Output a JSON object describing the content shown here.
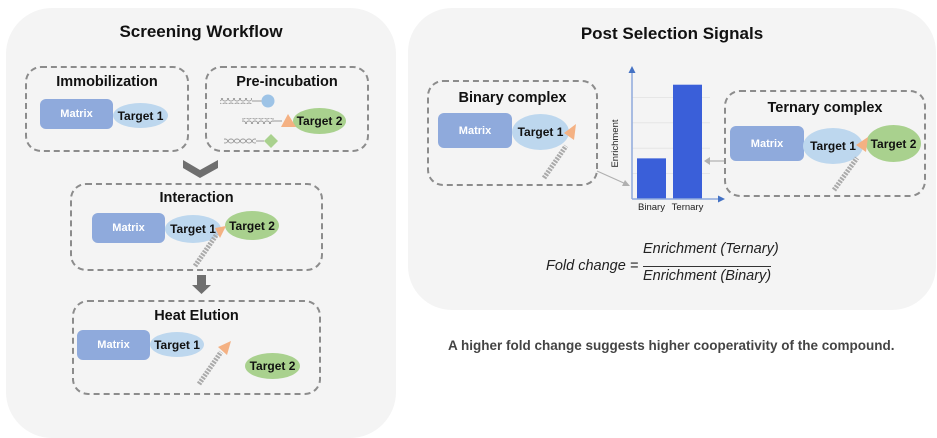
{
  "left_panel": {
    "title": "Screening Workflow",
    "steps": {
      "immobilization": {
        "title": "Immobilization",
        "matrix": "Matrix",
        "target1": "Target 1"
      },
      "preincubation": {
        "title": "Pre-incubation",
        "target2": "Target 2",
        "ligand_shapes": [
          "circle",
          "triangle",
          "diamond"
        ]
      },
      "interaction": {
        "title": "Interaction",
        "matrix": "Matrix",
        "target1": "Target 1",
        "target2": "Target 2"
      },
      "heat_elution": {
        "title": "Heat Elution",
        "matrix": "Matrix",
        "target1": "Target 1",
        "target2": "Target 2"
      }
    },
    "arrows": [
      "chevron-down-icon",
      "arrow-down-icon"
    ]
  },
  "right_panel": {
    "title": "Post Selection Signals",
    "binary": {
      "title": "Binary complex",
      "matrix": "Matrix",
      "target1": "Target 1"
    },
    "ternary": {
      "title": "Ternary complex",
      "matrix": "Matrix",
      "target1": "Target 1",
      "target2": "Target 2"
    },
    "formula": {
      "lhs": "Fold change =",
      "numerator": "Enrichment (Ternary)",
      "denominator": "Enrichment (Binary)"
    }
  },
  "conclusion": "A higher fold change suggests higher cooperativity of the compound.",
  "colors": {
    "matrix": "#8faadc",
    "target1": "#bdd7ee",
    "target2": "#a9d18e",
    "bar": "#3a5fd9",
    "ligand_circle": "#9dc3e6",
    "ligand_triangle": "#f4b183",
    "ligand_diamond": "#a9d18e",
    "arrow": "#6f6f6f"
  },
  "chart_data": {
    "type": "bar",
    "title": "",
    "xlabel": "",
    "ylabel": "Enrichment",
    "categories": [
      "Binary",
      "Ternary"
    ],
    "values": [
      1.6,
      4.5
    ],
    "ylim": [
      0,
      5
    ],
    "grid": true,
    "legend": "none"
  }
}
